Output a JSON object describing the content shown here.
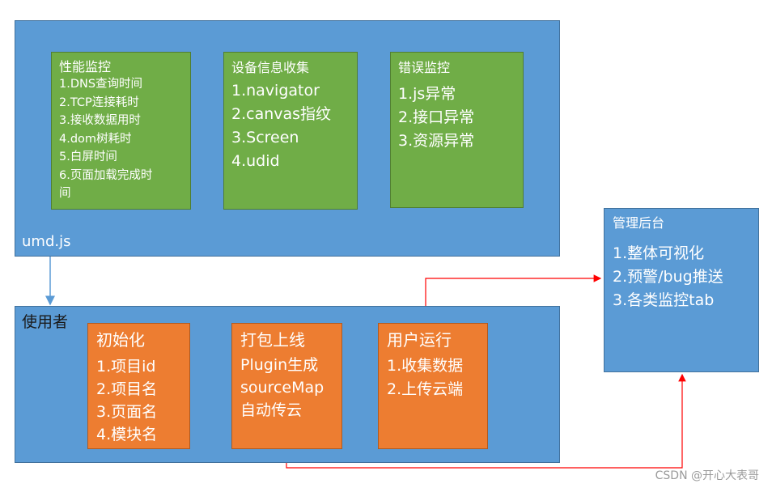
{
  "umd": {
    "label": "umd.js",
    "performance": {
      "title": "性能监控",
      "items": [
        "1.DNS查询时间",
        "2.TCP连接耗时",
        "3.接收数据用时",
        "4.dom树耗时",
        "5.白屏时间",
        "6.页面加载完成时",
        "间"
      ]
    },
    "device": {
      "title": "设备信息收集",
      "items": [
        "1.navigator",
        "2.canvas指纹",
        "3.Screen",
        "4.udid"
      ]
    },
    "error": {
      "title": "错误监控",
      "items": [
        "1.js异常",
        "2.接口异常",
        "3.资源异常"
      ]
    }
  },
  "user": {
    "label": "使用者",
    "init": {
      "title": "初始化",
      "items": [
        "1.项目id",
        "2.项目名",
        "3.页面名",
        "4.模块名"
      ]
    },
    "pack": {
      "title": "打包上线",
      "items": [
        "Plugin生成",
        "sourceMap",
        "自动传云"
      ]
    },
    "run": {
      "title": "用户运行",
      "items": [
        "1.收集数据",
        "2.上传云端"
      ]
    }
  },
  "admin": {
    "title": "管理后台",
    "items": [
      "1.整体可视化",
      "2.预警/bug推送",
      "3.各类监控tab"
    ]
  },
  "watermark": "CSDN @开心大表哥",
  "colors": {
    "container": "#5b9bd5",
    "monitor_box": "#70ad47",
    "step_box": "#ed7d31",
    "arrow_yellow": "#ffc000",
    "arrow_red": "#ff0000"
  }
}
